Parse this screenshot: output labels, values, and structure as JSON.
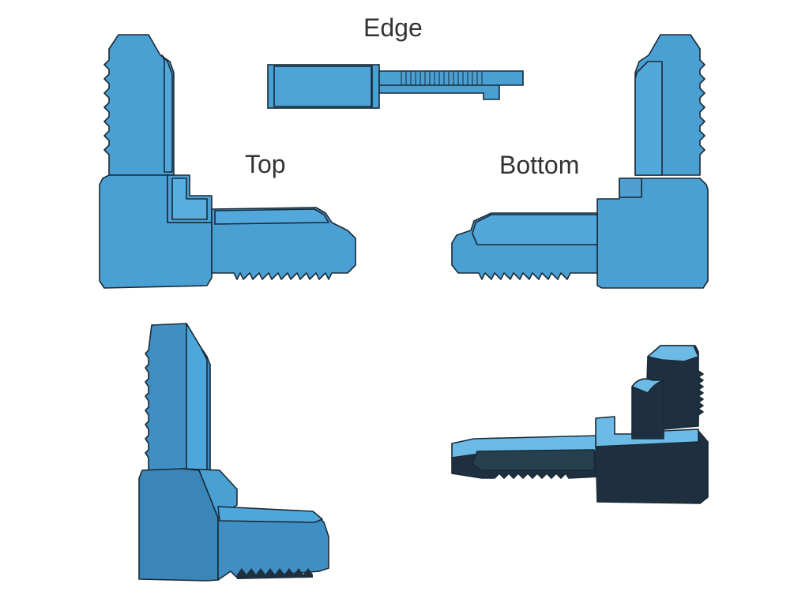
{
  "labels": {
    "edge": "Edge",
    "top": "Top",
    "bottom": "Bottom"
  },
  "colors": {
    "part_blue": "#4a9fd3",
    "part_blue_dark": "#3a86b8",
    "part_blue_light": "#6cbbe6",
    "part_shadow": "#1e3040",
    "outline": "#1a2a36",
    "label_text": "#333333",
    "background": "#ffffff"
  },
  "views": [
    {
      "id": "top-view",
      "label_key": "top"
    },
    {
      "id": "edge-view",
      "label_key": "edge"
    },
    {
      "id": "bottom-view",
      "label_key": "bottom"
    },
    {
      "id": "iso-view-top",
      "label_key": ""
    },
    {
      "id": "iso-view-bottom",
      "label_key": ""
    }
  ]
}
